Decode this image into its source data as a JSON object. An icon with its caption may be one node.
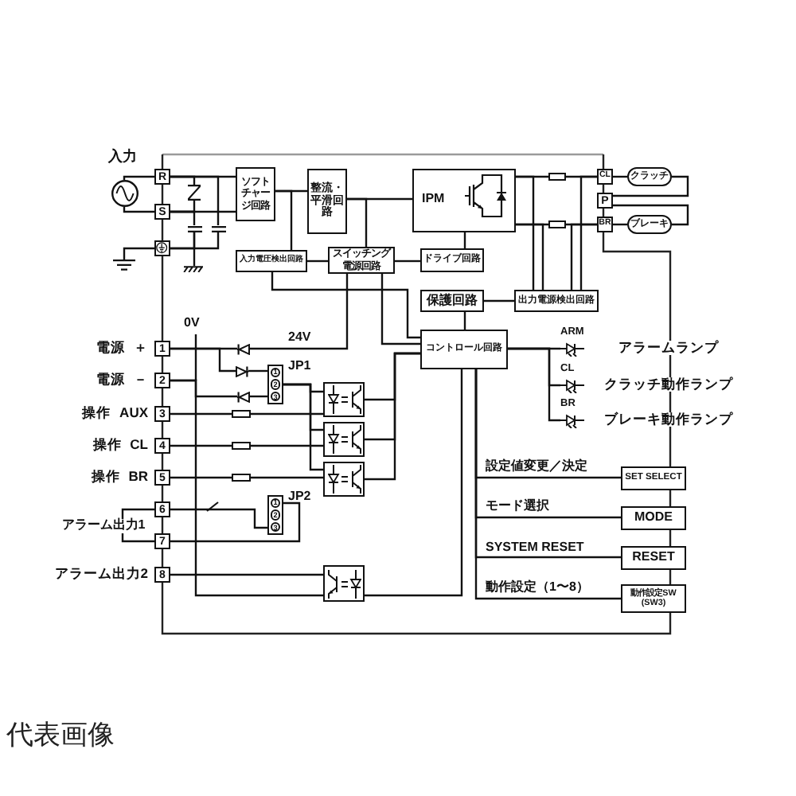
{
  "diagram": {
    "caption": "代表画像",
    "nodes": [
      {
        "text": [],
        "shape": "circle",
        "beside": [
          "入力"
        ]
      },
      {
        "text": [
          "R"
        ]
      },
      {
        "text": [
          "S"
        ]
      },
      {
        "text": [],
        "shape": "box"
      },
      {
        "text": [
          "ソフトチャージ回路"
        ]
      },
      {
        "text": [
          "整流・平滑回路"
        ]
      },
      {
        "text": [
          "IPM"
        ]
      },
      {
        "text": [
          "入力電圧検出回路"
        ]
      },
      {
        "text": [
          "スイッチング電源回路"
        ]
      },
      {
        "text": [
          "ドライブ回路"
        ]
      },
      {
        "text": [
          "保護回路"
        ]
      },
      {
        "text": [
          "出力電源検出回路"
        ]
      },
      {
        "text": [
          "CL"
        ]
      },
      {
        "text": [
          "P"
        ]
      },
      {
        "text": [
          "BR"
        ]
      },
      {
        "text": [
          "クラッチ"
        ]
      },
      {
        "text": [
          "ブレーキ"
        ]
      },
      {
        "text": [
          "1"
        ],
        "beside": [
          "電源 ＋"
        ]
      },
      {
        "text": [
          "2"
        ],
        "beside": [
          "電源 －"
        ]
      },
      {
        "text": [
          "3"
        ],
        "beside": [
          "操作 AUX"
        ]
      },
      {
        "text": [
          "4"
        ],
        "beside": [
          "操作 CL"
        ]
      },
      {
        "text": [
          "5"
        ],
        "beside": [
          "操作 BR"
        ]
      },
      {
        "text": [
          "6"
        ]
      },
      {
        "text": [
          "アラーム出力1"
        ]
      },
      {
        "text": [
          "7"
        ]
      },
      {
        "text": [
          "8"
        ],
        "beside": [
          "アラーム出力2"
        ]
      },
      {
        "text": [
          "1",
          "2",
          "3"
        ],
        "beside": [
          "JP1"
        ]
      },
      {
        "text": [
          "1",
          "2",
          "3"
        ],
        "beside": [
          "JP2"
        ]
      },
      {
        "text": [],
        "shape": "box"
      },
      {
        "text": [],
        "shape": "box"
      },
      {
        "text": [],
        "shape": "box"
      },
      {
        "text": [],
        "shape": "box"
      },
      {
        "text": [
          "コントロール回路"
        ]
      },
      {
        "text": [],
        "shape": "diode",
        "beside": [
          "ARM",
          "アラームランプ"
        ]
      },
      {
        "text": [],
        "shape": "diode",
        "beside": [
          "CL",
          "クラッチ動作ランプ"
        ]
      },
      {
        "text": [],
        "shape": "diode",
        "beside": [
          "BR",
          "ブレーキ動作ランプ"
        ]
      },
      {
        "text": [
          "SET SELECT"
        ]
      },
      {
        "text": [
          "MODE"
        ]
      },
      {
        "text": [
          "RESET"
        ]
      },
      {
        "text": [
          "動作設定SW (SW3)"
        ]
      },
      {
        "text": [],
        "shape": "ground"
      },
      {
        "text": [],
        "shape": "ground"
      },
      {
        "text": [],
        "shape": "diode"
      },
      {
        "text": [],
        "shape": "diode"
      },
      {
        "text": [],
        "shape": "diode"
      },
      {
        "text": [],
        "shape": "varistor"
      },
      {
        "text": [],
        "shape": "capacitor"
      },
      {
        "text": [],
        "shape": "capacitor"
      }
    ],
    "edges": [
      {
        "from": 0,
        "to": 1,
        "arrow": "none"
      },
      {
        "from": 0,
        "to": 2,
        "arrow": "none"
      },
      {
        "from": 1,
        "to": 4,
        "arrow": "none"
      },
      {
        "from": 2,
        "to": 4,
        "arrow": "none"
      },
      {
        "from": 4,
        "to": 5,
        "arrow": "none"
      },
      {
        "from": 4,
        "to": 7,
        "arrow": "none"
      },
      {
        "from": 5,
        "to": 6,
        "arrow": "none"
      },
      {
        "from": 5,
        "to": 8,
        "arrow": "none"
      },
      {
        "from": 7,
        "to": 8,
        "arrow": "none"
      },
      {
        "from": 8,
        "to": 9,
        "arrow": "none"
      },
      {
        "from": 6,
        "to": 9,
        "arrow": "none"
      },
      {
        "from": 10,
        "to": 11,
        "arrow": "none"
      },
      {
        "from": 10,
        "to": 32,
        "arrow": "none"
      },
      {
        "from": 6,
        "to": 12,
        "arrow": "none"
      },
      {
        "from": 6,
        "to": 14,
        "arrow": "none"
      },
      {
        "from": 6,
        "to": 11,
        "arrow": "none"
      },
      {
        "from": 6,
        "to": 11,
        "arrow": "none"
      },
      {
        "from": 12,
        "to": 11,
        "arrow": "none"
      },
      {
        "from": 14,
        "to": 11,
        "arrow": "none"
      },
      {
        "from": 12,
        "to": 15,
        "arrow": "none"
      },
      {
        "from": 14,
        "to": 16,
        "arrow": "none"
      },
      {
        "from": 13,
        "to": 15,
        "arrow": "none"
      },
      {
        "from": 13,
        "to": 16,
        "arrow": "none"
      },
      {
        "from": 17,
        "to": 42,
        "arrow": "none"
      },
      {
        "from": 17,
        "to": 43,
        "arrow": "none"
      },
      {
        "from": 18,
        "to": 44,
        "arrow": "none"
      },
      {
        "from": 18,
        "to": 31,
        "arrow": "none"
      },
      {
        "from": 19,
        "to": 28,
        "arrow": "none"
      },
      {
        "from": 20,
        "to": 29,
        "arrow": "none"
      },
      {
        "from": 21,
        "to": 30,
        "arrow": "none"
      },
      {
        "from": 26,
        "to": 28,
        "arrow": "none"
      },
      {
        "from": 26,
        "to": 29,
        "arrow": "none"
      },
      {
        "from": 26,
        "to": 30,
        "arrow": "none"
      },
      {
        "from": 22,
        "to": 27,
        "arrow": "none"
      },
      {
        "from": 27,
        "to": 24,
        "arrow": "none"
      },
      {
        "from": 23,
        "to": 22,
        "arrow": "none"
      },
      {
        "from": 23,
        "to": 24,
        "arrow": "none"
      },
      {
        "from": 25,
        "to": 31,
        "arrow": "none"
      },
      {
        "from": 28,
        "to": 32,
        "arrow": "none"
      },
      {
        "from": 29,
        "to": 32,
        "arrow": "none"
      },
      {
        "from": 30,
        "to": 32,
        "arrow": "none"
      },
      {
        "from": 31,
        "to": 32,
        "arrow": "none"
      },
      {
        "from": 7,
        "to": 32,
        "arrow": "none"
      },
      {
        "from": 8,
        "to": 32,
        "arrow": "none"
      },
      {
        "from": 32,
        "to": 33,
        "arrow": "none"
      },
      {
        "from": 32,
        "to": 34,
        "arrow": "none"
      },
      {
        "from": 32,
        "to": 35,
        "arrow": "none"
      },
      {
        "from": 32,
        "to": 36,
        "arrow": "none",
        "label": "設定値変更／決定"
      },
      {
        "from": 32,
        "to": 37,
        "arrow": "none",
        "label": "モード選択"
      },
      {
        "from": 32,
        "to": 38,
        "arrow": "none",
        "label": "SYSTEM RESET"
      },
      {
        "from": 32,
        "to": 39,
        "arrow": "none",
        "label": "動作設定（1〜8）"
      },
      {
        "from": 1,
        "to": 45,
        "arrow": "none"
      },
      {
        "from": 1,
        "to": 47,
        "arrow": "none"
      },
      {
        "from": 2,
        "to": 46,
        "arrow": "none"
      },
      {
        "from": 46,
        "to": 41,
        "arrow": "none"
      },
      {
        "from": 3,
        "to": 40,
        "arrow": "none"
      },
      {
        "from": 42,
        "to": 8,
        "arrow": "none"
      },
      {
        "from": 43,
        "to": 26,
        "arrow": "none"
      },
      {
        "from": 44,
        "to": 26,
        "arrow": "none"
      },
      {
        "from": 45,
        "to": 2,
        "arrow": "none"
      },
      {
        "from": 47,
        "to": 3,
        "arrow": "none"
      },
      {
        "from": 46,
        "to": 3,
        "arrow": "none"
      }
    ],
    "labels": [
      "0V",
      "24V"
    ]
  }
}
